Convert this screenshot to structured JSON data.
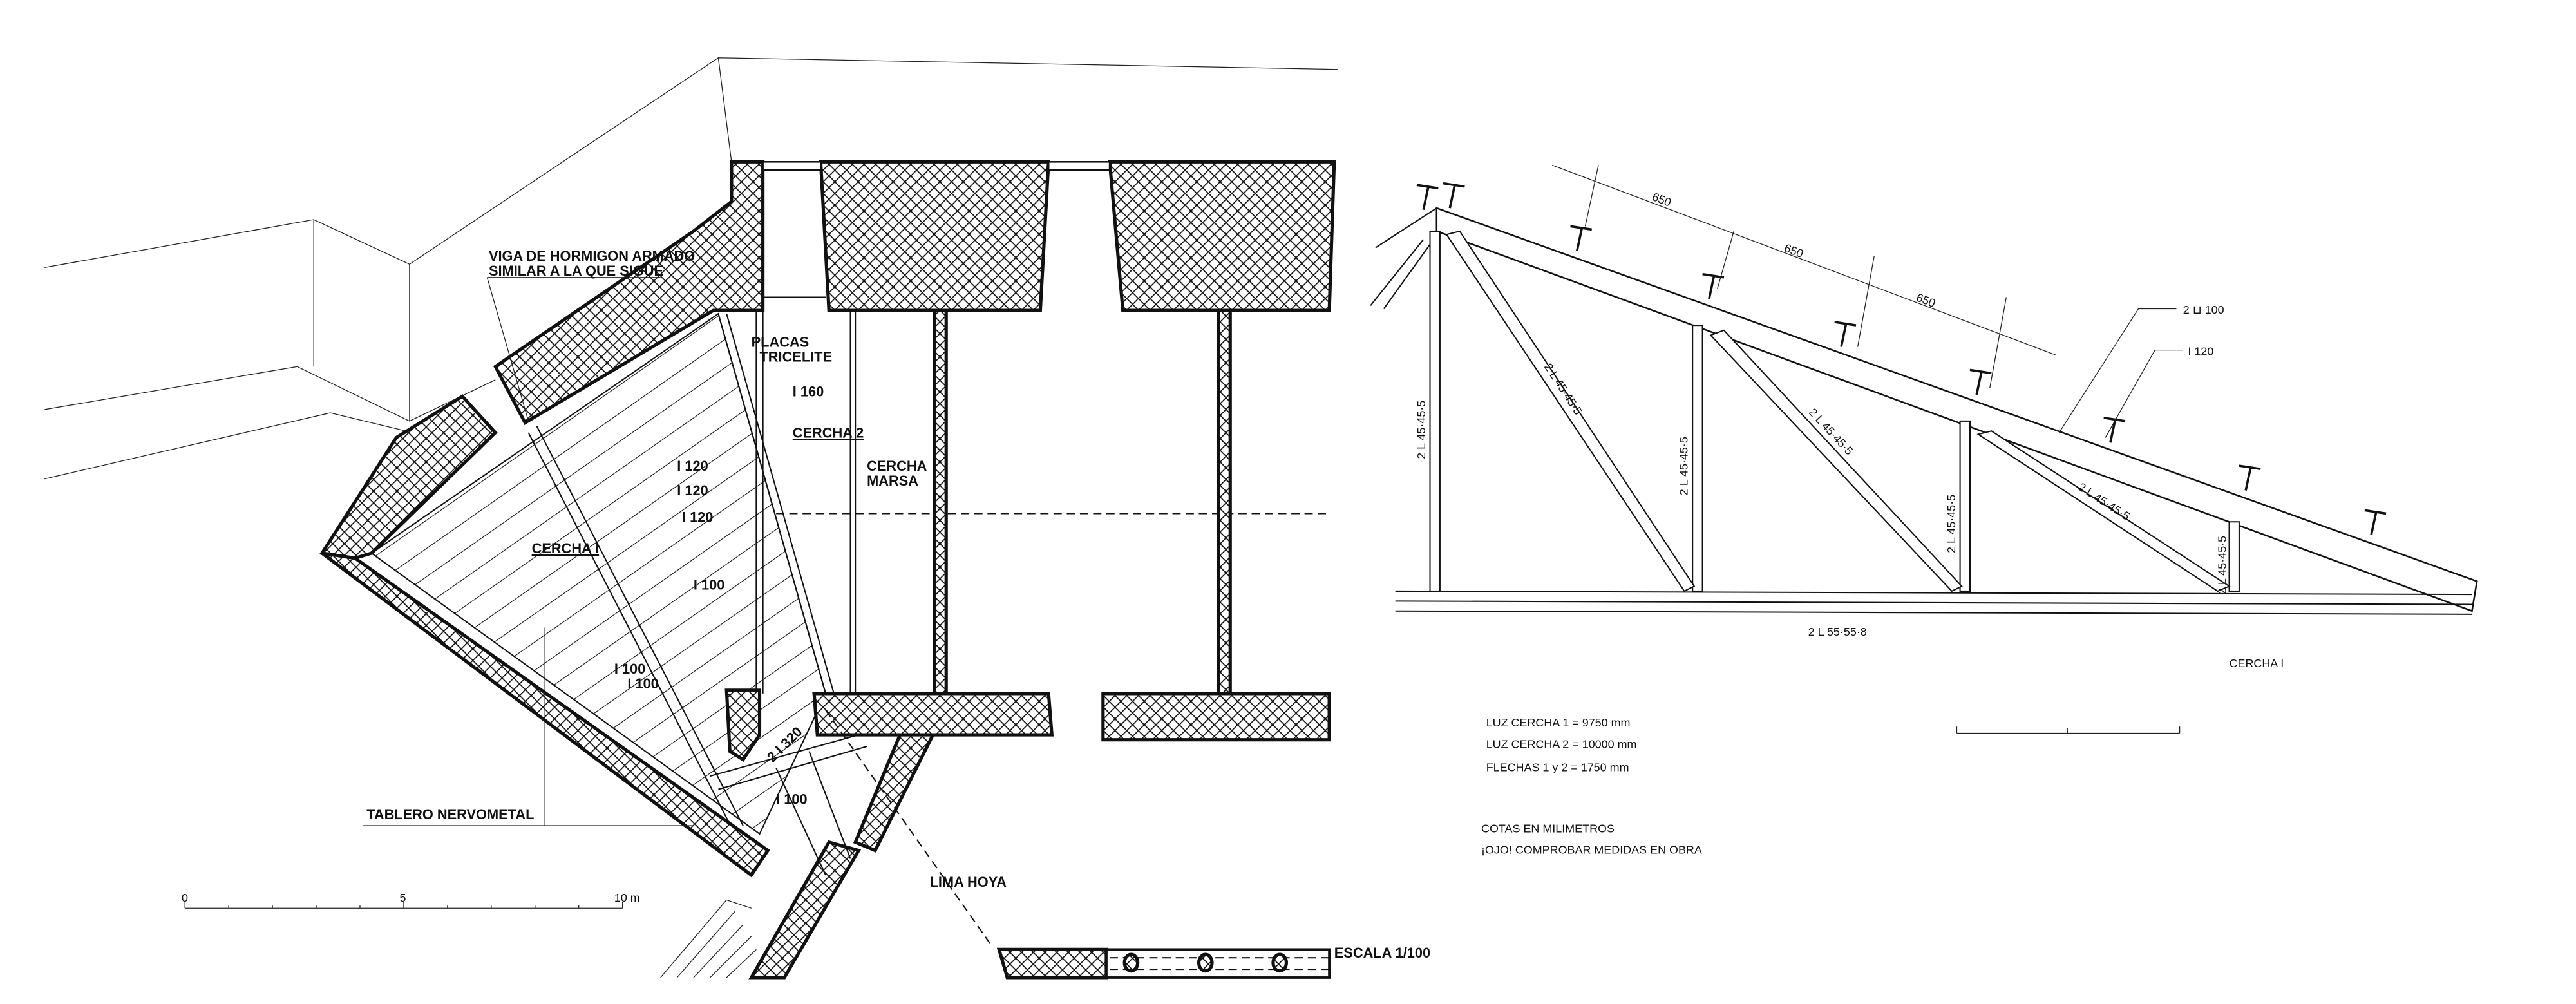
{
  "plan": {
    "labels": {
      "viga_line1": "VIGA DE HORMIGON ARMADO",
      "viga_line2": "SIMILAR A LA QUE SIGUE",
      "placas_line1": "PLACAS",
      "placas_line2": "TRICELITE",
      "i160": "I 160",
      "cercha2": "CERCHA 2",
      "cercha_marsa_line1": "CERCHA",
      "cercha_marsa_line2": "MARSA",
      "i120_a": "I 120",
      "i120_b": "I 120",
      "i120_c": "I 120",
      "cercha1": "CERCHA I",
      "i100_a": "I 100",
      "i100_b": "I 100",
      "i100_c": "I 100",
      "i100_d": "I 100",
      "2i320": "2 I 320",
      "tablero": "TABLERO NERVOMETAL",
      "lima_hoya": "LIMA HOYA",
      "escala": "ESCALA 1/100"
    },
    "scale_bar": {
      "ticks": [
        "0",
        "5",
        "10 m"
      ]
    }
  },
  "truss": {
    "title": "CERCHA I",
    "spacing": [
      "650",
      "650",
      "650"
    ],
    "top_chord": "2 ⊔ 100",
    "purlin": "I 120",
    "bottom_chord": "2 L 55·55·8",
    "members": [
      "2 L 45·45·5",
      "2 L 45·45·5",
      "2 L 45·45·5",
      "2 L 45·45·5",
      "2 L 45·45·5",
      "2 L 45·45·5",
      "2 L 45·45·5"
    ]
  },
  "notes": {
    "luz1": "LUZ  CERCHA 1 = 9750 mm",
    "luz2": "LUZ  CERCHA 2 = 10000 mm",
    "flechas": "FLECHAS 1 y 2 =  1750  mm",
    "cotas": "COTAS EN MILIMETROS",
    "ojo": "¡OJO!  COMPROBAR MEDIDAS EN OBRA"
  }
}
